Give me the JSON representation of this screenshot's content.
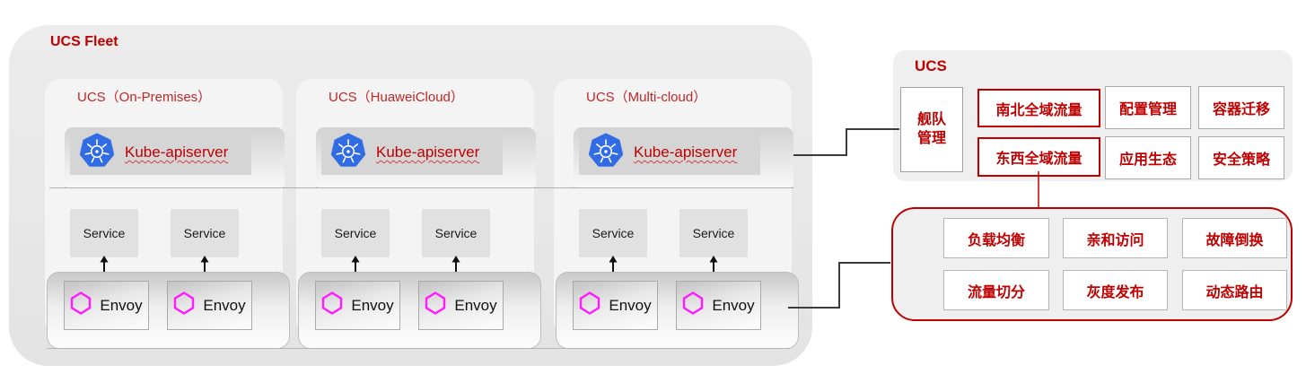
{
  "fleet": {
    "title": "UCS Fleet",
    "clusters": [
      {
        "title": "UCS（On-Premises）",
        "apiserver": "Kube-apiserver",
        "services": [
          "Service",
          "Service"
        ],
        "proxies": [
          "Envoy",
          "Envoy"
        ]
      },
      {
        "title": "UCS（HuaweiCloud）",
        "apiserver": "Kube-apiserver",
        "services": [
          "Service",
          "Service"
        ],
        "proxies": [
          "Envoy",
          "Envoy"
        ]
      },
      {
        "title": "UCS（Multi-cloud）",
        "apiserver": "Kube-apiserver",
        "services": [
          "Service",
          "Service"
        ],
        "proxies": [
          "Envoy",
          "Envoy"
        ]
      }
    ]
  },
  "ucs_panel": {
    "title": "UCS",
    "fleet_mgmt_label": "舰队管理",
    "features": [
      {
        "label": "南北全域流量",
        "highlight": true
      },
      {
        "label": "配置管理",
        "highlight": false
      },
      {
        "label": "容器迁移",
        "highlight": false
      },
      {
        "label": "东西全域流量",
        "highlight": true
      },
      {
        "label": "应用生态",
        "highlight": false
      },
      {
        "label": "安全策略",
        "highlight": false
      }
    ]
  },
  "traffic_panel": {
    "capabilities": [
      "负载均衡",
      "亲和访问",
      "故障倒换",
      "流量切分",
      "灰度发布",
      "动态路由"
    ]
  },
  "icons": {
    "kubernetes": "kubernetes-helm-logo",
    "envoy": "magenta-hexagon-outline",
    "arrow": "vertical-double-headed-arrow"
  },
  "colors": {
    "accent_red": "#c00000",
    "k8s_blue": "#326ce5",
    "envoy_magenta": "#ff1aff",
    "panel_gray": "#efefef"
  }
}
